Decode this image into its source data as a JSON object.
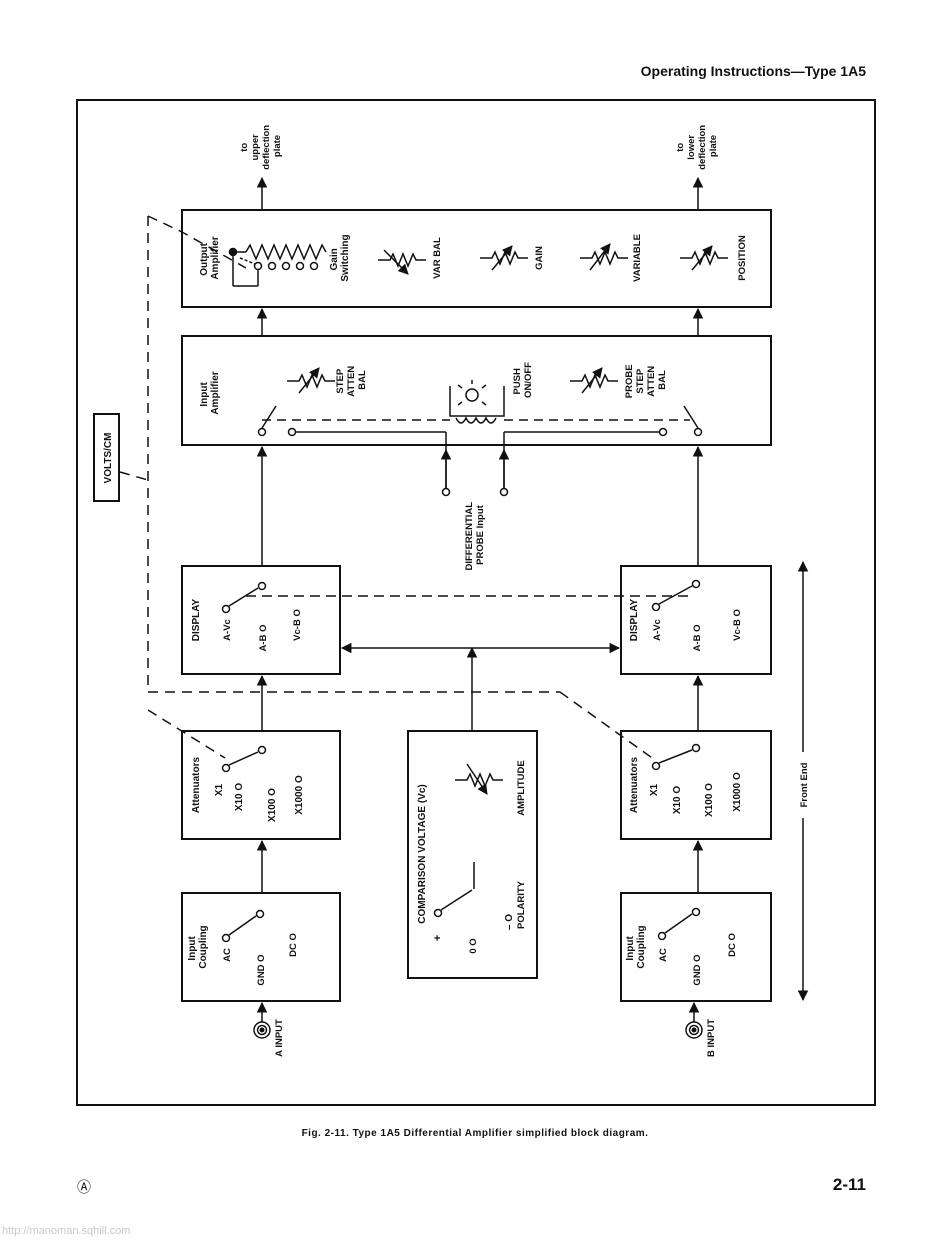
{
  "header": "Operating Instructions—Type 1A5",
  "caption": "Fig. 2-11. Type 1A5 Differential Amplifier simplified block diagram.",
  "page_number": "2-11",
  "footer_mark": "Ⓐ",
  "watermark": "http://manoman.sqhill.com",
  "diagram": {
    "outputs": {
      "upper": [
        "to",
        "upper",
        "deflection",
        "plate"
      ],
      "lower": [
        "to",
        "lower",
        "deflection",
        "plate"
      ]
    },
    "output_amplifier": {
      "title": [
        "Output",
        "Amplifier"
      ],
      "gain_switching": [
        "Gain",
        "Switching"
      ],
      "controls": [
        "VAR BAL",
        "GAIN",
        "VARIABLE",
        "POSITION"
      ]
    },
    "input_amplifier": {
      "title": [
        "Input",
        "Amplifier"
      ],
      "step_atten_bal": [
        "STEP",
        "ATTEN",
        "BAL"
      ],
      "push_on_off": [
        "PUSH",
        "ON/OFF"
      ],
      "probe_step_atten_bal": [
        "PROBE",
        "STEP",
        "ATTEN",
        "BAL"
      ]
    },
    "volts_cm": "VOLTS/CM",
    "differential_probe_input": [
      "DIFFERENTIAL",
      "PROBE Input"
    ],
    "display": {
      "title": "DISPLAY",
      "options": [
        "A-Vc",
        "A-B O",
        "Vc-B O"
      ]
    },
    "attenuators": {
      "title": "Attenuators",
      "options": [
        "X1",
        "X10 O",
        "X100 O",
        "X1000 O"
      ]
    },
    "input_coupling": {
      "title": [
        "Input",
        "Coupling"
      ],
      "options": [
        "AC",
        "GND O",
        "DC O"
      ]
    },
    "comparison_voltage": {
      "title": "COMPARISON VOLTAGE (Vc)",
      "amplitude": "AMPLITUDE",
      "polarity": "POLARITY",
      "plus": "+",
      "minus": "– O",
      "zero": "0 O"
    },
    "inputs": {
      "a": "A INPUT",
      "b": "B INPUT"
    },
    "front_end": "Front End"
  }
}
